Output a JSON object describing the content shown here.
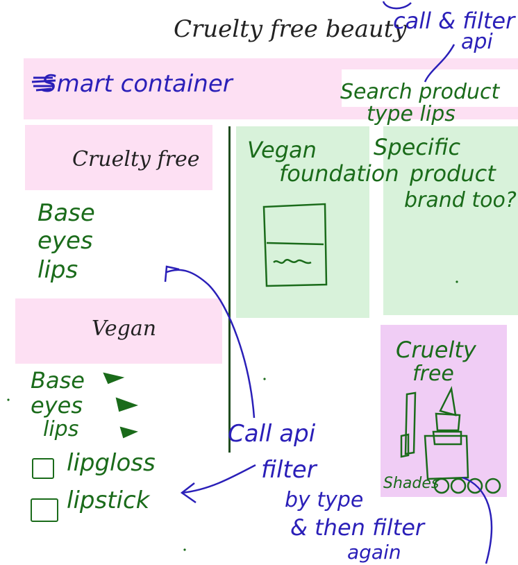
{
  "title": "Cruelty free beauty",
  "top_note": [
    "call & filter",
    "api"
  ],
  "smart_container": {
    "label": "Smart container"
  },
  "search_note": [
    "Search product",
    "type lips"
  ],
  "sidebar": {
    "cruelty_free": {
      "heading": "Cruelty free",
      "items": [
        "Base",
        "eyes",
        "lips"
      ]
    },
    "vegan": {
      "heading": "Vegan",
      "items": [
        "Base",
        "eyes",
        "lips"
      ]
    },
    "checkboxes": [
      {
        "label": "lipgloss"
      },
      {
        "label": "lipstick"
      }
    ]
  },
  "cards": {
    "vegan_foundation": {
      "lines": [
        "Vegan",
        "foundation"
      ]
    },
    "specific_product": {
      "lines": [
        "Specific",
        "product",
        "brand too?"
      ]
    },
    "cruelty_free_product": {
      "lines": [
        "Cruelty",
        "free"
      ],
      "shades_label": "Shades"
    }
  },
  "bottom_note": [
    "Call api",
    "filter",
    "by type",
    "& then filter",
    "again"
  ]
}
